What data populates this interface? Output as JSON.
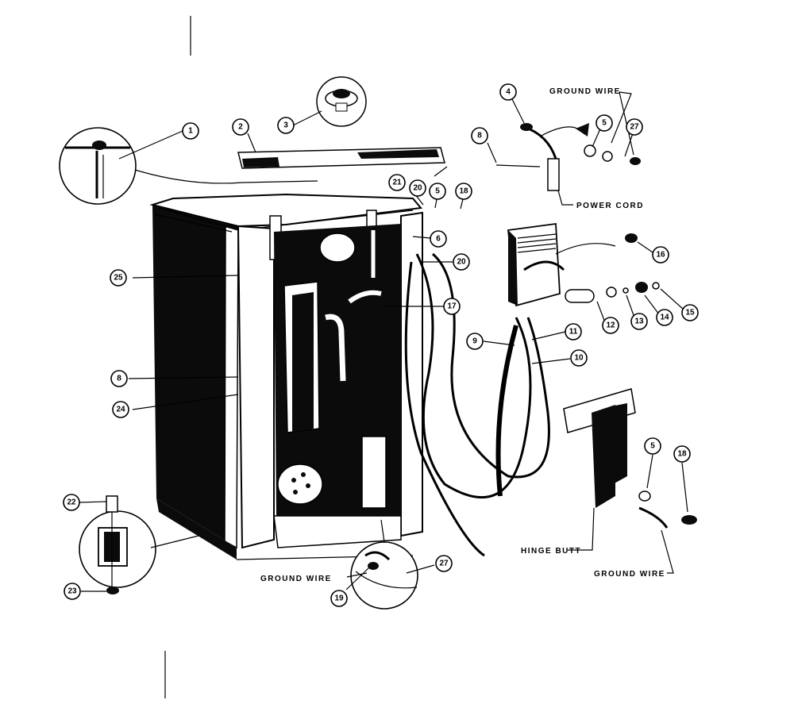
{
  "callouts": [
    {
      "n": "1"
    },
    {
      "n": "2"
    },
    {
      "n": "3"
    },
    {
      "n": "4"
    },
    {
      "n": "5"
    },
    {
      "n": "27"
    },
    {
      "n": "8"
    },
    {
      "n": "21"
    },
    {
      "n": "20"
    },
    {
      "n": "5"
    },
    {
      "n": "18"
    },
    {
      "n": "6"
    },
    {
      "n": "20"
    },
    {
      "n": "16"
    },
    {
      "n": "25"
    },
    {
      "n": "17"
    },
    {
      "n": "12"
    },
    {
      "n": "13"
    },
    {
      "n": "14"
    },
    {
      "n": "15"
    },
    {
      "n": "11"
    },
    {
      "n": "9"
    },
    {
      "n": "10"
    },
    {
      "n": "8"
    },
    {
      "n": "24"
    },
    {
      "n": "5"
    },
    {
      "n": "18"
    },
    {
      "n": "22"
    },
    {
      "n": "27"
    },
    {
      "n": "19"
    },
    {
      "n": "23"
    }
  ],
  "labels": {
    "ground_wire_top": "GROUND WIRE",
    "power_cord": "POWER CORD",
    "hinge_butt": "HINGE BUTT",
    "ground_wire_right": "GROUND WIRE",
    "ground_wire_bottom": "GROUND WIRE"
  }
}
